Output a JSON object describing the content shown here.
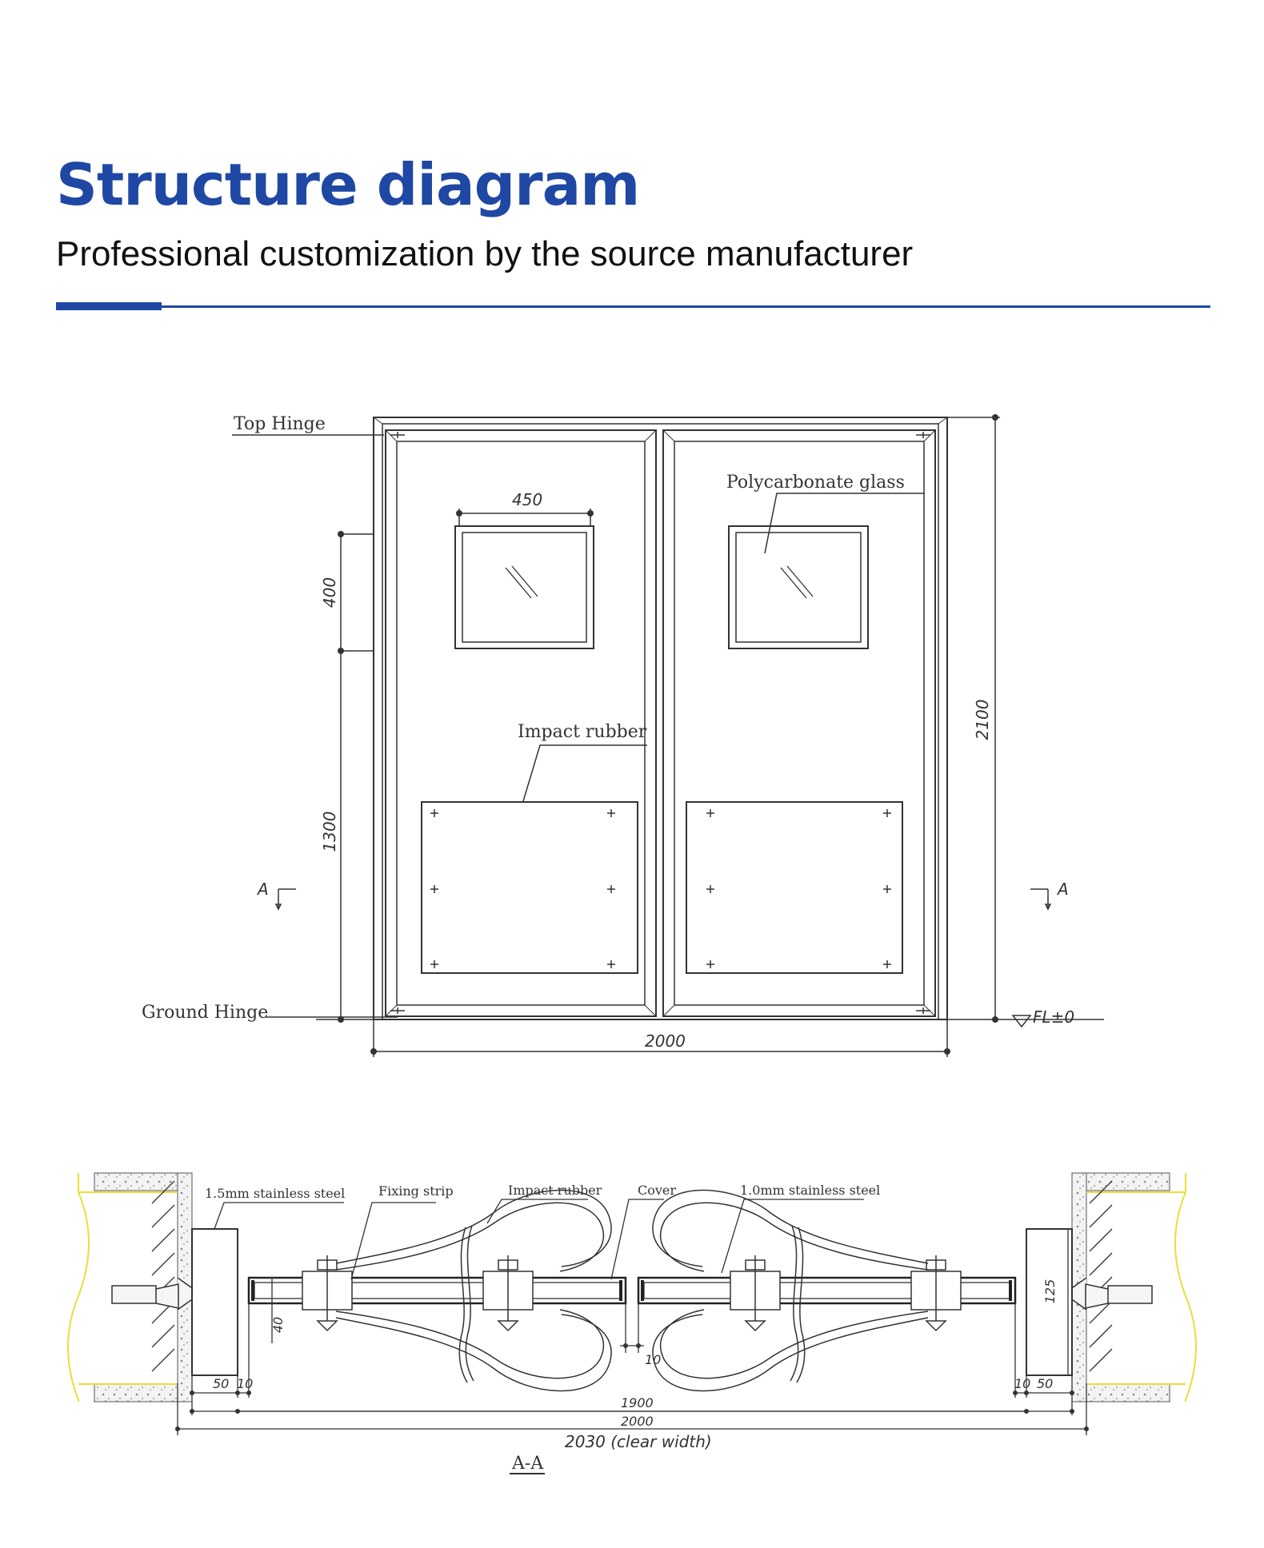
{
  "header": {
    "title": "Structure diagram",
    "subtitle": "Professional customization by the source manufacturer"
  },
  "colors": {
    "brand_blue": "#1f48a4",
    "line": "#333333",
    "wall_outline": "#e8df3a"
  },
  "elevation": {
    "labels": {
      "top_hinge": "Top Hinge",
      "ground_hinge": "Ground Hinge",
      "polycarbonate_glass": "Polycarbonate glass",
      "impact_rubber": "Impact rubber",
      "floor_level": "FL±0",
      "section_mark": "A"
    },
    "dimensions": {
      "window_width": "450",
      "window_offset": "400",
      "panel_height": "1300",
      "total_height": "2100",
      "total_width": "2000"
    }
  },
  "section": {
    "labels": {
      "steel_1_5": "1.5mm stainless steel",
      "fixing_strip": "Fixing strip",
      "impact_rubber": "Impact rubber",
      "cover": "Cover",
      "steel_1_0": "1.0mm stainless steel"
    },
    "dimensions": {
      "d50_left": "50",
      "d10_left": "10",
      "d40": "40",
      "d10_gap": "10",
      "d125": "125",
      "d10_right": "10",
      "d50_right": "50",
      "d1900": "1900",
      "d2000": "2000",
      "clear_width": "2030 (clear width)"
    },
    "title": "A-A"
  }
}
